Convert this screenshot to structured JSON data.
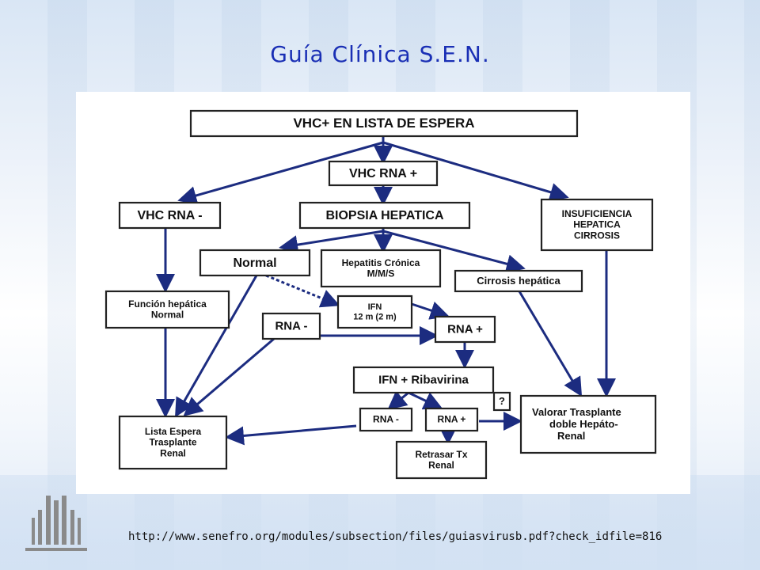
{
  "slide": {
    "title": "Guía Clínica S.E.N.",
    "source_url": "http://www.senefro.org/modules/subsection/files/guiasvirusb.pdf?check_idfile=816"
  },
  "flowchart": {
    "nodes": {
      "root": [
        "VHC+ EN LISTA DE ESPERA"
      ],
      "rna_pos": [
        "VHC RNA +"
      ],
      "rna_neg": [
        "VHC RNA -"
      ],
      "biopsy": [
        "BIOPSIA HEPATICA"
      ],
      "insuf": [
        "INSUFICIENCIA",
        "HEPATICA",
        "CIRROSIS"
      ],
      "normal": [
        "Normal"
      ],
      "hep_cron": [
        "Hepatitis Crónica",
        "M/M/S"
      ],
      "cirrosis": [
        "Cirrosis hepática"
      ],
      "func_hep": [
        "Función hepática",
        "Normal"
      ],
      "ifn": [
        "IFN",
        "12 m (2 m)"
      ],
      "rna_minus_2": [
        "RNA -"
      ],
      "rna_plus_2": [
        "RNA +"
      ],
      "ifn_riba": [
        "IFN + Ribavirina"
      ],
      "question": [
        "?"
      ],
      "rna_minus_3": [
        "RNA -"
      ],
      "rna_plus_3": [
        "RNA +"
      ],
      "lista_espera": [
        "Lista Espera",
        "Trasplante",
        "Renal"
      ],
      "retrasar": [
        "Retrasar Tx",
        "Renal"
      ],
      "valorar": [
        "Valorar Trasplante",
        "doble Hepáto-",
        "Renal"
      ]
    }
  },
  "colors": {
    "title": "#1a2fb5",
    "arrows": "#1c2c80",
    "box_border": "#222222"
  }
}
